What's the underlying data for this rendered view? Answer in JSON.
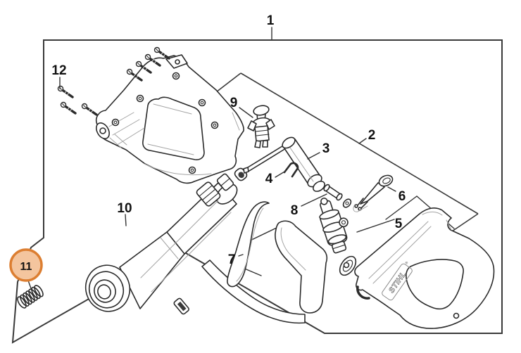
{
  "figure": {
    "type": "exploded-parts-diagram",
    "brand": "STIHL",
    "brand_mark": "®",
    "background": "#ffffff",
    "line_color": "#2b2b2b",
    "label_color": "#111111"
  },
  "callouts": [
    {
      "label": "1"
    },
    {
      "label": "2"
    },
    {
      "label": "3"
    },
    {
      "label": "4"
    },
    {
      "label": "5"
    },
    {
      "label": "6"
    },
    {
      "label": "7"
    },
    {
      "label": "8"
    },
    {
      "label": "9"
    },
    {
      "label": "10"
    },
    {
      "label": "11"
    },
    {
      "label": "12"
    }
  ],
  "highlight": {
    "fill": "#f4c59e",
    "stroke": "#dc7e31",
    "text_color": "#222222"
  }
}
